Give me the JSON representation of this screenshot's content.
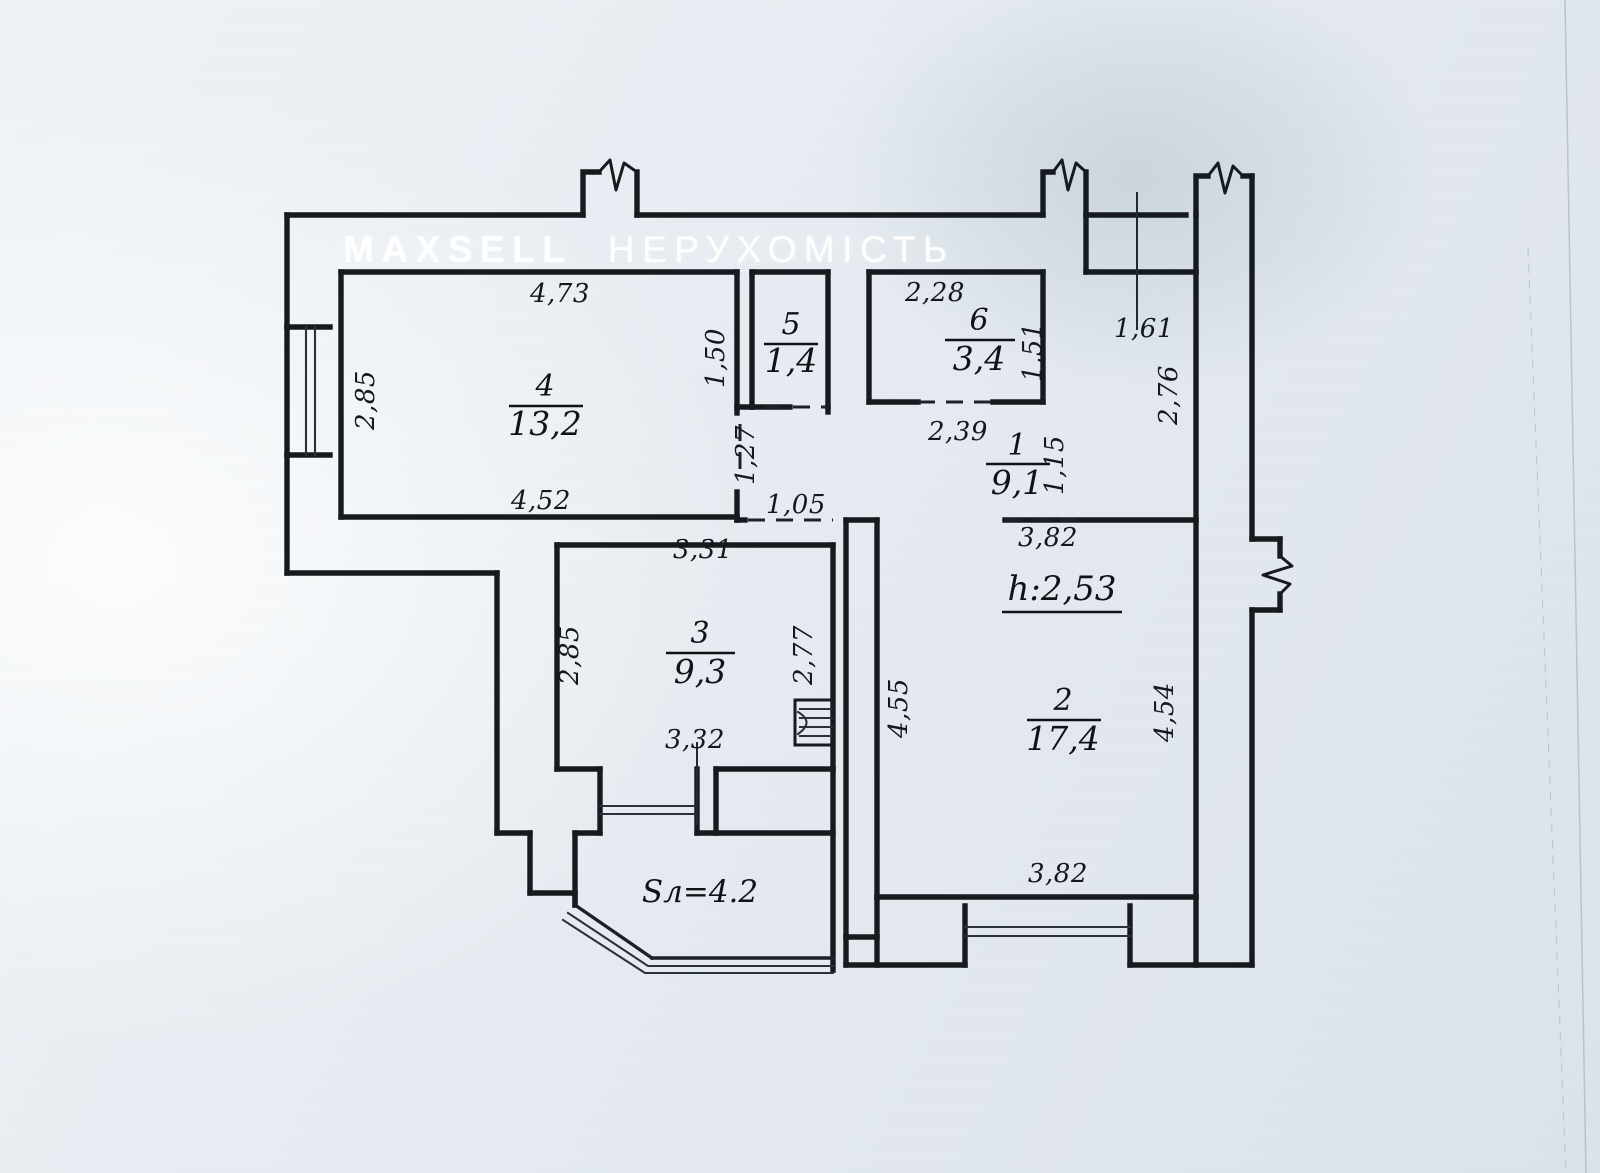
{
  "document": {
    "kind": "apartment-floor-plan-scan",
    "watermark": {
      "brand": "MAXSELL",
      "suffix": "НЕРУХОМІСТЬ"
    },
    "ceiling_height_label": "h:2,53",
    "balcony_area_label": "Sл=4.2"
  },
  "rooms": [
    {
      "id": "room-1",
      "number": "1",
      "area": "9,1"
    },
    {
      "id": "room-2",
      "number": "2",
      "area": "17,4"
    },
    {
      "id": "room-3",
      "number": "3",
      "area": "9,3"
    },
    {
      "id": "room-4",
      "number": "4",
      "area": "13,2"
    },
    {
      "id": "room-5",
      "number": "5",
      "area": "1,4"
    },
    {
      "id": "room-6",
      "number": "6",
      "area": "3,4"
    }
  ],
  "dimensions": {
    "room4_top": "4,73",
    "room4_bottom": "4,52",
    "room4_left": "2,85",
    "room5_left": "1,50",
    "room6_top": "2,28",
    "room6_right": "1,51",
    "hall_right": "1,61",
    "hall_far_right": "2,76",
    "room1_top": "2,39",
    "room1_right": "1,15",
    "corridor_mid": "1,27",
    "corridor_low": "1,05",
    "room3_top": "3,31",
    "room3_bottom": "3,32",
    "room3_left": "2,85",
    "room3_right": "2,77",
    "room2_top": "3,82",
    "room2_bottom": "3,82",
    "room2_left": "4,55",
    "room2_right": "4,54"
  },
  "colors": {
    "paper": "#e9eef3",
    "ink": "#161a1f",
    "watermark": "#ffffff"
  }
}
